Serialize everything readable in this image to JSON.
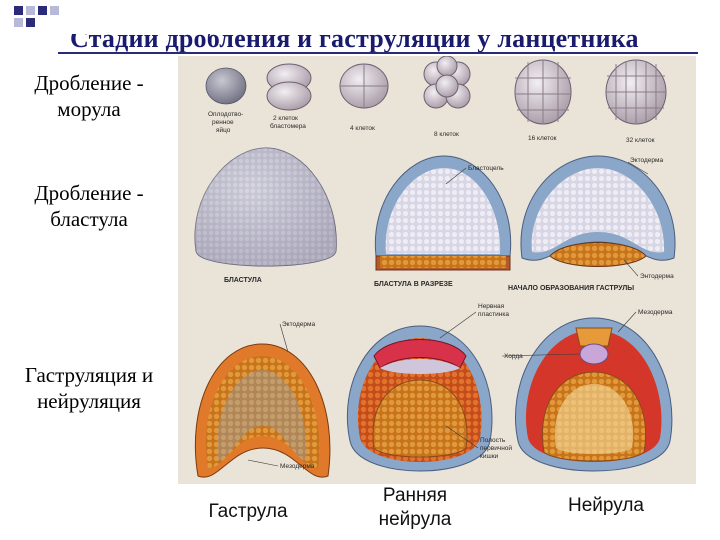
{
  "slide": {
    "title": "Стадии дробления и гаструляции у ланцетника",
    "rows": [
      {
        "line1": "Дробление -",
        "line2": "морула"
      },
      {
        "line1": "Дробление -",
        "line2": "бластула"
      },
      {
        "line1": "Гаструляция и",
        "line2": "нейруляция"
      }
    ],
    "bottom": {
      "gastrula": "Гаструла",
      "early_line1": "Ранняя",
      "early_line2": "нейрула",
      "neurula": "Нейрула"
    }
  },
  "figure": {
    "cleavage": [
      {
        "line1": "Оплодотво-",
        "line2": "ренное",
        "line3": "яйцо"
      },
      {
        "line1": "2 клеток",
        "line2": "бластомера"
      },
      {
        "line1": "4 клеток"
      },
      {
        "line1": "8 клеток"
      },
      {
        "line1": "16 клеток"
      },
      {
        "line1": "32 клеток"
      }
    ],
    "labels": {
      "blastocoel": "Бластоцель",
      "ectoderm_top": "Эктодерма",
      "blastula": "БЛАСТУЛА",
      "blastula_section": "БЛАСТУЛА В РАЗРЕЗЕ",
      "gastrulation_start": "НАЧАЛО ОБРАЗОВАНИЯ ГАСТРУЛЫ",
      "endoderm": "Энтодерма",
      "ectoderm_mid": "Эктодерма",
      "neural_line1": "Нервная",
      "neural_line2": "пластинка",
      "mesoderm_right": "Мезодерма",
      "notochord": "Хорда",
      "cavity_line1": "Полость",
      "cavity_line2": "первичной",
      "cavity_line3": "кишки",
      "mesoderm_bottom": "Мезодерма"
    }
  }
}
